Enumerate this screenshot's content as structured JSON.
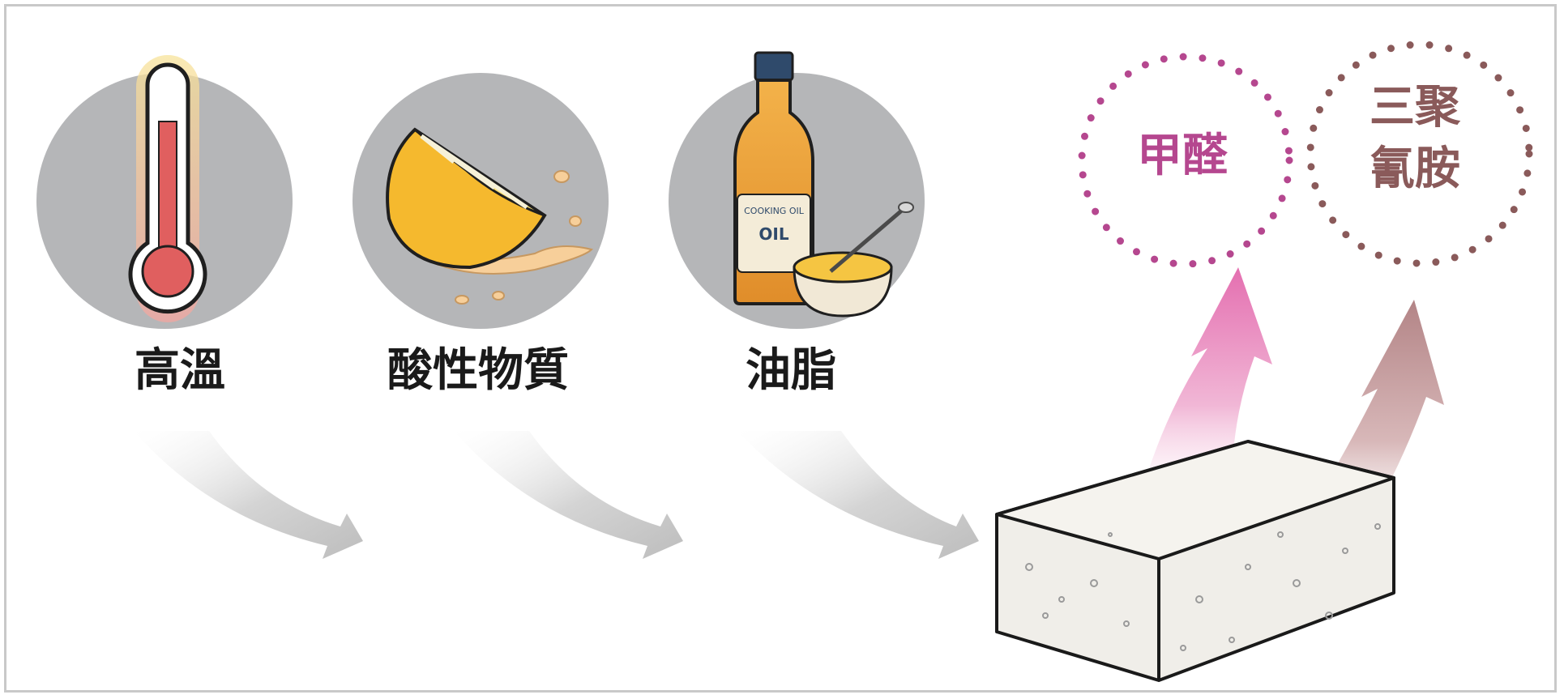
{
  "factors": [
    {
      "label": "高溫",
      "icon": "thermometer-icon"
    },
    {
      "label": "酸性物質",
      "icon": "lemon-icon"
    },
    {
      "label": "油脂",
      "icon": "oil-bottle-icon"
    }
  ],
  "bottle_text": {
    "brand": "COOKING OIL",
    "name": "OIL"
  },
  "emissions": [
    {
      "label": "甲醛",
      "color": "#b5478f"
    },
    {
      "line1": "三聚",
      "line2": "氰胺",
      "color": "#8a5a5a"
    }
  ],
  "target": {
    "icon": "sponge-block-icon"
  },
  "colors": {
    "circle": "#b5b6b8",
    "arrow_gray": "#cfcfcf",
    "pink_arrow": "#e37bb5",
    "mauve_arrow": "#b88d8f"
  }
}
